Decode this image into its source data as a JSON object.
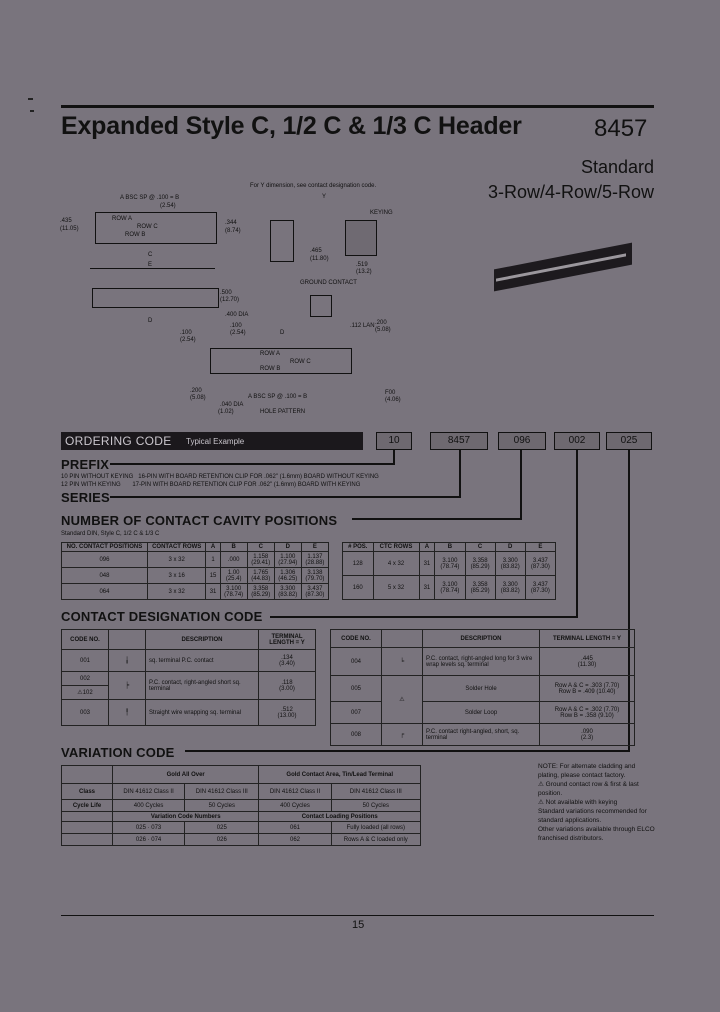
{
  "header": {
    "title": "Expanded Style C, 1/2 C & 1/3 C Header",
    "part_number": "8457",
    "subtitle_1": "Standard",
    "subtitle_2": "3-Row/4-Row/5-Row"
  },
  "drawing": {
    "note_y": "For Y dimension, see contact designation code.",
    "dim_a_bsc": "A BSC SP @ .100 = B",
    "dim_a_bsc_mm": "(2.54)",
    "row_a": "ROW A",
    "row_c": "ROW C",
    "row_b": "ROW B",
    "dim_c": "C",
    "dim_d": "D",
    "dim_e": "E",
    "dim_435": ".435",
    "dim_435_mm": "(11.05)",
    "dim_344": ".344",
    "dim_344_mm": "(8.74)",
    "dim_500": ".500",
    "dim_500_mm": "(12.70)",
    "dim_100": ".100",
    "dim_100_mm": "(2.54)",
    "dim_400_dia": ".400 DIA",
    "dim_y": "Y",
    "dim_keying": "KEYING",
    "dim_465": ".465",
    "dim_465_mm": "(11.80)",
    "dim_519": ".519",
    "dim_519_mm": "(13.2)",
    "ground_contact": "GROUND CONTACT",
    "dim_112_lan": ".112 LAN",
    "dim_200": ".200",
    "dim_200_mm": "(5.08)",
    "dim_040_dia": ".040 DIA",
    "dim_040_mm": "(1.02)",
    "hole_pattern": "HOLE PATTERN",
    "dim_f00": "F00",
    "dim_f00_mm": "(4.06)"
  },
  "ordering": {
    "label": "ORDERING CODE",
    "hint": "Typical Example",
    "codes": [
      "10",
      "8457",
      "096",
      "002",
      "025"
    ]
  },
  "prefix": {
    "title": "PREFIX",
    "line_1": "10 PIN WITHOUT KEYING   16-PIN WITH BOARD RETENTION CLIP FOR .062\" (1.6mm) BOARD WITHOUT KEYING",
    "line_2": "12 PIN WITH KEYING       17-PIN WITH BOARD RETENTION CLIP FOR .062\" (1.6mm) BOARD WITH KEYING"
  },
  "series": {
    "title": "SERIES"
  },
  "contact_cavity": {
    "title": "NUMBER OF CONTACT CAVITY POSITIONS",
    "note": "Standard DIN, Style C, 1/2 C & 1/3 C",
    "left_headers": [
      "NO. CONTACT POSITIONS",
      "CONTACT ROWS",
      "A",
      "B",
      "C",
      "D",
      "E"
    ],
    "left_rows": [
      [
        "096",
        "3 x 32",
        "1",
        ".000",
        "1.158",
        "1.100",
        "1.137"
      ],
      [
        "048",
        "3 x 16",
        "15",
        "1.00",
        "1.765",
        "1.306",
        "3.138"
      ],
      [
        "064",
        "3 x 32",
        "31",
        "3.100",
        "3.358",
        "3.300",
        "3.437"
      ]
    ],
    "left_mm": [
      [
        "",
        "",
        "",
        "",
        "(29.41)",
        "(27.94)",
        "(28.88)"
      ],
      [
        "",
        "",
        "",
        "(25.4)",
        "(44.83)",
        "(46.25)",
        "(79.70)"
      ],
      [
        "",
        "",
        "",
        "(78.74)",
        "(85.29)",
        "(83.82)",
        "(87.30)"
      ]
    ],
    "right_headers": [
      "# POS.",
      "CTC ROWS",
      "A",
      "B",
      "C",
      "D",
      "E"
    ],
    "right_rows": [
      [
        "128",
        "4 x 32",
        "31",
        "3.100",
        "3.358",
        "3.300",
        "3.437"
      ],
      [
        "160",
        "5 x 32",
        "31",
        "3.100",
        "3.358",
        "3.300",
        "3.437"
      ]
    ],
    "right_mm": [
      [
        "",
        "",
        "",
        "(78.74)",
        "(85.29)",
        "(83.82)",
        "(87.30)"
      ],
      [
        "",
        "",
        "",
        "(78.74)",
        "(85.29)",
        "(83.82)",
        "(87.30)"
      ]
    ]
  },
  "contact_designation": {
    "title": "CONTACT DESIGNATION CODE",
    "left_headers": [
      "CODE NO.",
      "",
      "DESCRIPTION",
      "TERMINAL LENGTH = Y"
    ],
    "left_rows": [
      [
        "001",
        "sq. terminal P.C. contact",
        ".134",
        "(3.40)"
      ],
      [
        "002",
        "P.C. contact, right-angled short sq. terminal",
        ".118",
        "(3.00)"
      ],
      [
        "102",
        "",
        "",
        ""
      ],
      [
        "003",
        "Straight wire wrapping sq. terminal",
        ".512",
        "(13.00)"
      ]
    ],
    "right_headers": [
      "CODE NO.",
      "",
      "DESCRIPTION",
      "TERMINAL LENGTH = Y"
    ],
    "right_rows": [
      [
        "004",
        "P.C. contact, right-angled long for 3 wire wrap levels sq. terminal",
        ".445",
        "(11.30)"
      ],
      [
        "005",
        "Solder Hole",
        "Row A & C = .303 (7.70)",
        "Row B = .409 (10.40)"
      ],
      [
        "007",
        "Solder Loop",
        "Row A & C = .302 (7.70)",
        "Row B = .358 (9.10)"
      ],
      [
        "008",
        "P.C. contact right-angled, short, sq. terminal",
        ".090",
        "(2.3)"
      ]
    ]
  },
  "variation": {
    "title": "VARIATION CODE",
    "col_1": "Gold All Over",
    "col_2": "Gold Contact Area, Tin/Lead Terminal",
    "rows": [
      [
        "Class",
        "DIN 41612 Class II",
        "DIN 41612 Class III",
        "DIN 41612 Class II",
        "DIN 41612 Class III"
      ],
      [
        "Cycle Life",
        "400 Cycles",
        "50 Cycles",
        "400 Cycles",
        "50 Cycles"
      ]
    ],
    "sub_1": "Variation Code Numbers",
    "sub_2": "Contact Loading Positions",
    "codes": [
      [
        "025",
        "073",
        "025",
        "061",
        "Fully loaded (all rows)"
      ],
      [
        "026",
        "074",
        "026",
        "062",
        "Rows A & C loaded only"
      ]
    ]
  },
  "notes": {
    "line_1": "NOTE: For alternate cladding and plating, please contact factory.",
    "line_2": "Ground contact row & first & last position.",
    "line_3": "Not available with keying",
    "line_4": "Standard variations recommended for standard applications.",
    "line_5": "Other variations available through ELCO franchised distributors."
  },
  "footer": {
    "page": "15"
  }
}
